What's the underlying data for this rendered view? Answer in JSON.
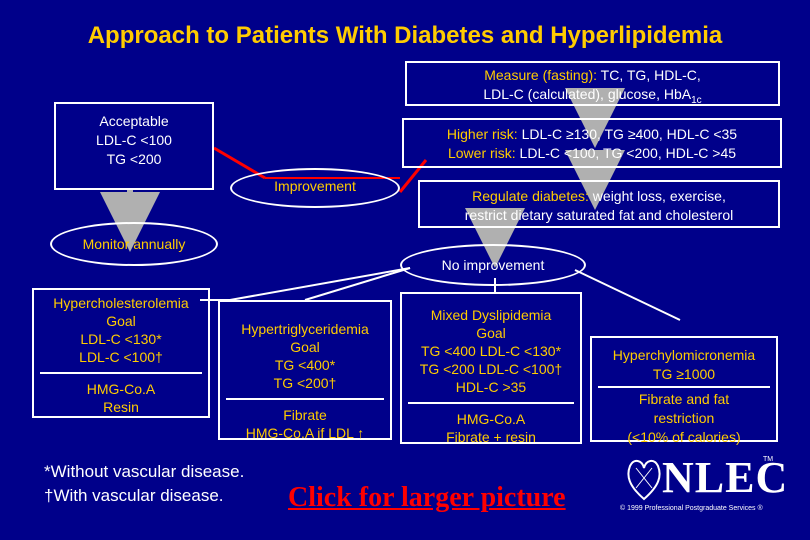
{
  "title": "Approach to Patients With Diabetes and Hyperlipidemia",
  "measure": {
    "label": "Measure (fasting):",
    "text": " TC, TG, HDL-C,",
    "line2": "LDL-C (calculated), glucose, HbA",
    "sub": "1c"
  },
  "acceptable": {
    "line1": "Acceptable",
    "line2": "LDL-C <100",
    "line3": "TG <200"
  },
  "risk": {
    "higher_label": "Higher risk:",
    "higher_text": " LDL-C ≥130, TG ≥400, HDL-C <35",
    "lower_label": "Lower risk:",
    "lower_text": " LDL-C <100, TG <200, HDL-C >45"
  },
  "improvement": "Improvement",
  "regulate": {
    "label": "Regulate diabetes:",
    "text": " weight loss, exercise,",
    "line2": "restrict dietary saturated fat and cholesterol"
  },
  "monitor": "Monitor annually",
  "no_improvement": "No improvement",
  "hyperchol": {
    "line1": "Hypercholesterolemia",
    "line2": "Goal",
    "line3": "LDL-C <130*",
    "line4": "LDL-C <100†",
    "line5": "HMG-Co.A",
    "line6": "Resin"
  },
  "hypertrig": {
    "line1": "Hypertriglyceridemia",
    "line2": "Goal",
    "line3": "TG <400*",
    "line4": "TG <200†",
    "line5": "Fibrate",
    "line6": "HMG-Co.A if LDL ↑"
  },
  "mixed": {
    "line1": "Mixed Dyslipidemia",
    "line2": "Goal",
    "line3": "TG <400  LDL-C <130*",
    "line4": "TG <200  LDL-C <100†",
    "line5": "HDL-C >35",
    "line6": "HMG-Co.A",
    "line7": "Fibrate + resin"
  },
  "chylo": {
    "line1": "Hyperchylomicronemia",
    "line2": "TG ≥1000",
    "line3": "Fibrate and fat",
    "line4": "restriction",
    "line5": "(<10% of calories)"
  },
  "footnote1": "*Without vascular disease.",
  "footnote2": "†With vascular disease.",
  "link": "Click for larger picture",
  "logo": {
    "text": "NLEC",
    "tm": "TM",
    "copyright": "© 1999 Professional Postgraduate Services ®"
  },
  "colors": {
    "background": "#00008a",
    "accent": "#ffcc00",
    "link": "#ff0000",
    "arrow": "#b0b0b0",
    "line": "#ffffff"
  }
}
